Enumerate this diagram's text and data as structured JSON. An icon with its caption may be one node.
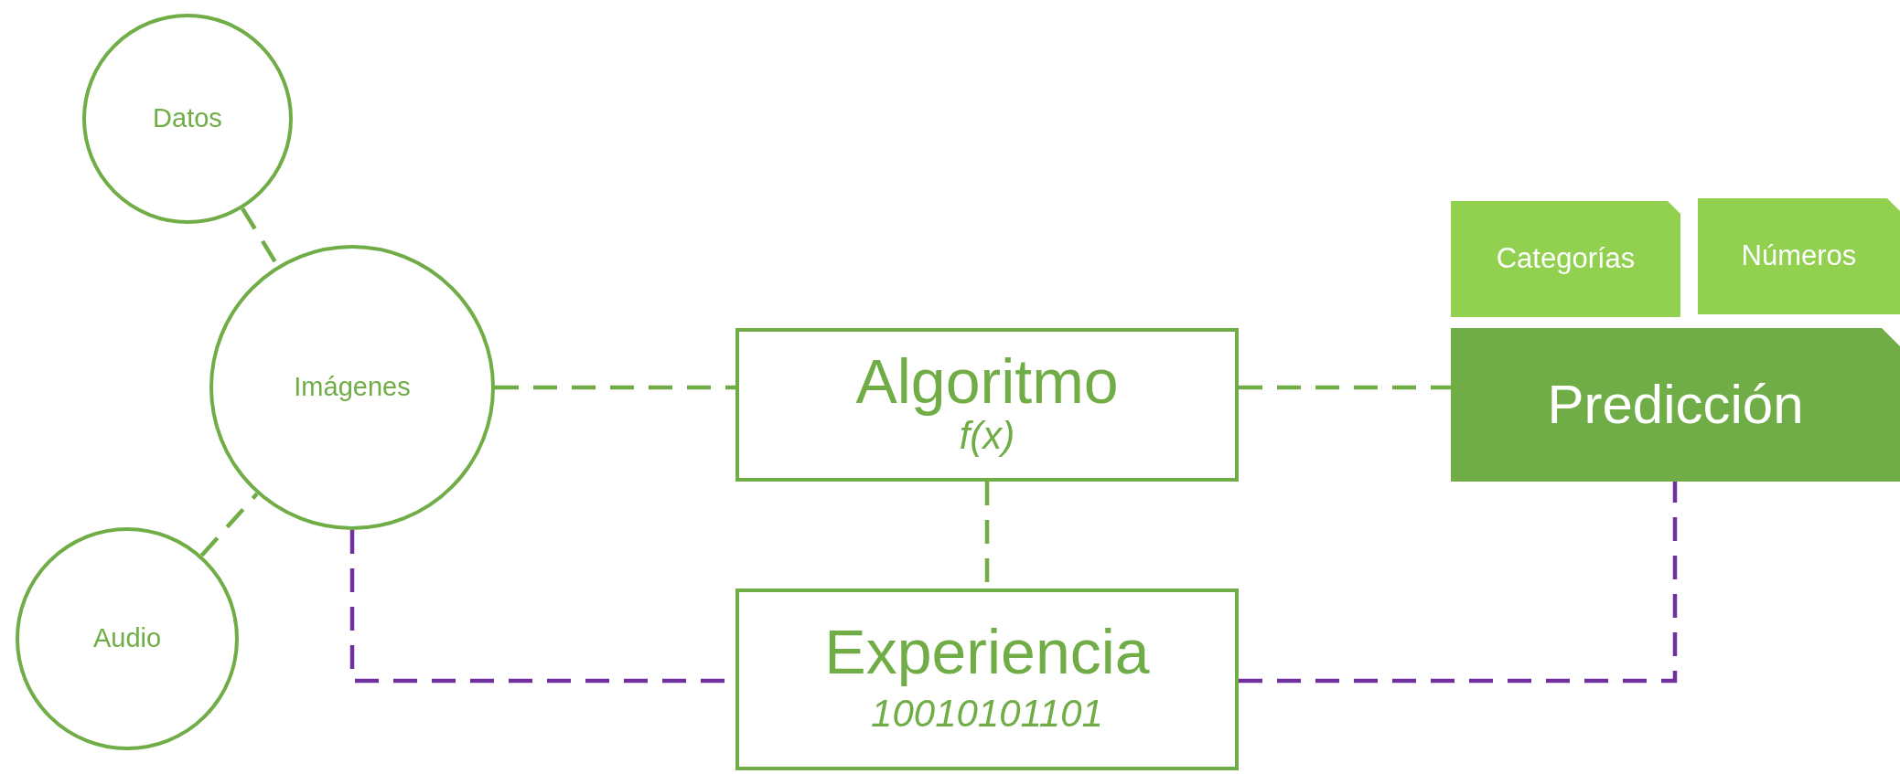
{
  "diagram": {
    "nodes": [
      {
        "text": [
          "Datos"
        ]
      },
      {
        "text": [
          "Imágenes"
        ]
      },
      {
        "text": [
          "Audio"
        ]
      },
      {
        "text": [
          "Algoritmo",
          "f(x)"
        ]
      },
      {
        "text": [
          "Experiencia",
          "10010101101"
        ]
      },
      {
        "text": [
          "Categorías"
        ]
      },
      {
        "text": [
          "Números"
        ]
      },
      {
        "text": [
          "Predicción"
        ]
      }
    ],
    "edges": [
      {
        "from": 0,
        "to": 1,
        "arrow": "none",
        "style": "dashed"
      },
      {
        "from": 2,
        "to": 1,
        "arrow": "none",
        "style": "dashed"
      },
      {
        "from": 1,
        "to": 3,
        "arrow": "none",
        "style": "dashed"
      },
      {
        "from": 3,
        "to": 7,
        "arrow": "none",
        "style": "dashed"
      },
      {
        "from": 3,
        "to": 4,
        "arrow": "none",
        "style": "dashed"
      },
      {
        "from": 1,
        "to": 4,
        "arrow": "none",
        "style": "dashed",
        "color": "#7030a0"
      },
      {
        "from": 4,
        "to": 7,
        "arrow": "none",
        "style": "dashed",
        "color": "#7030a0"
      }
    ]
  }
}
